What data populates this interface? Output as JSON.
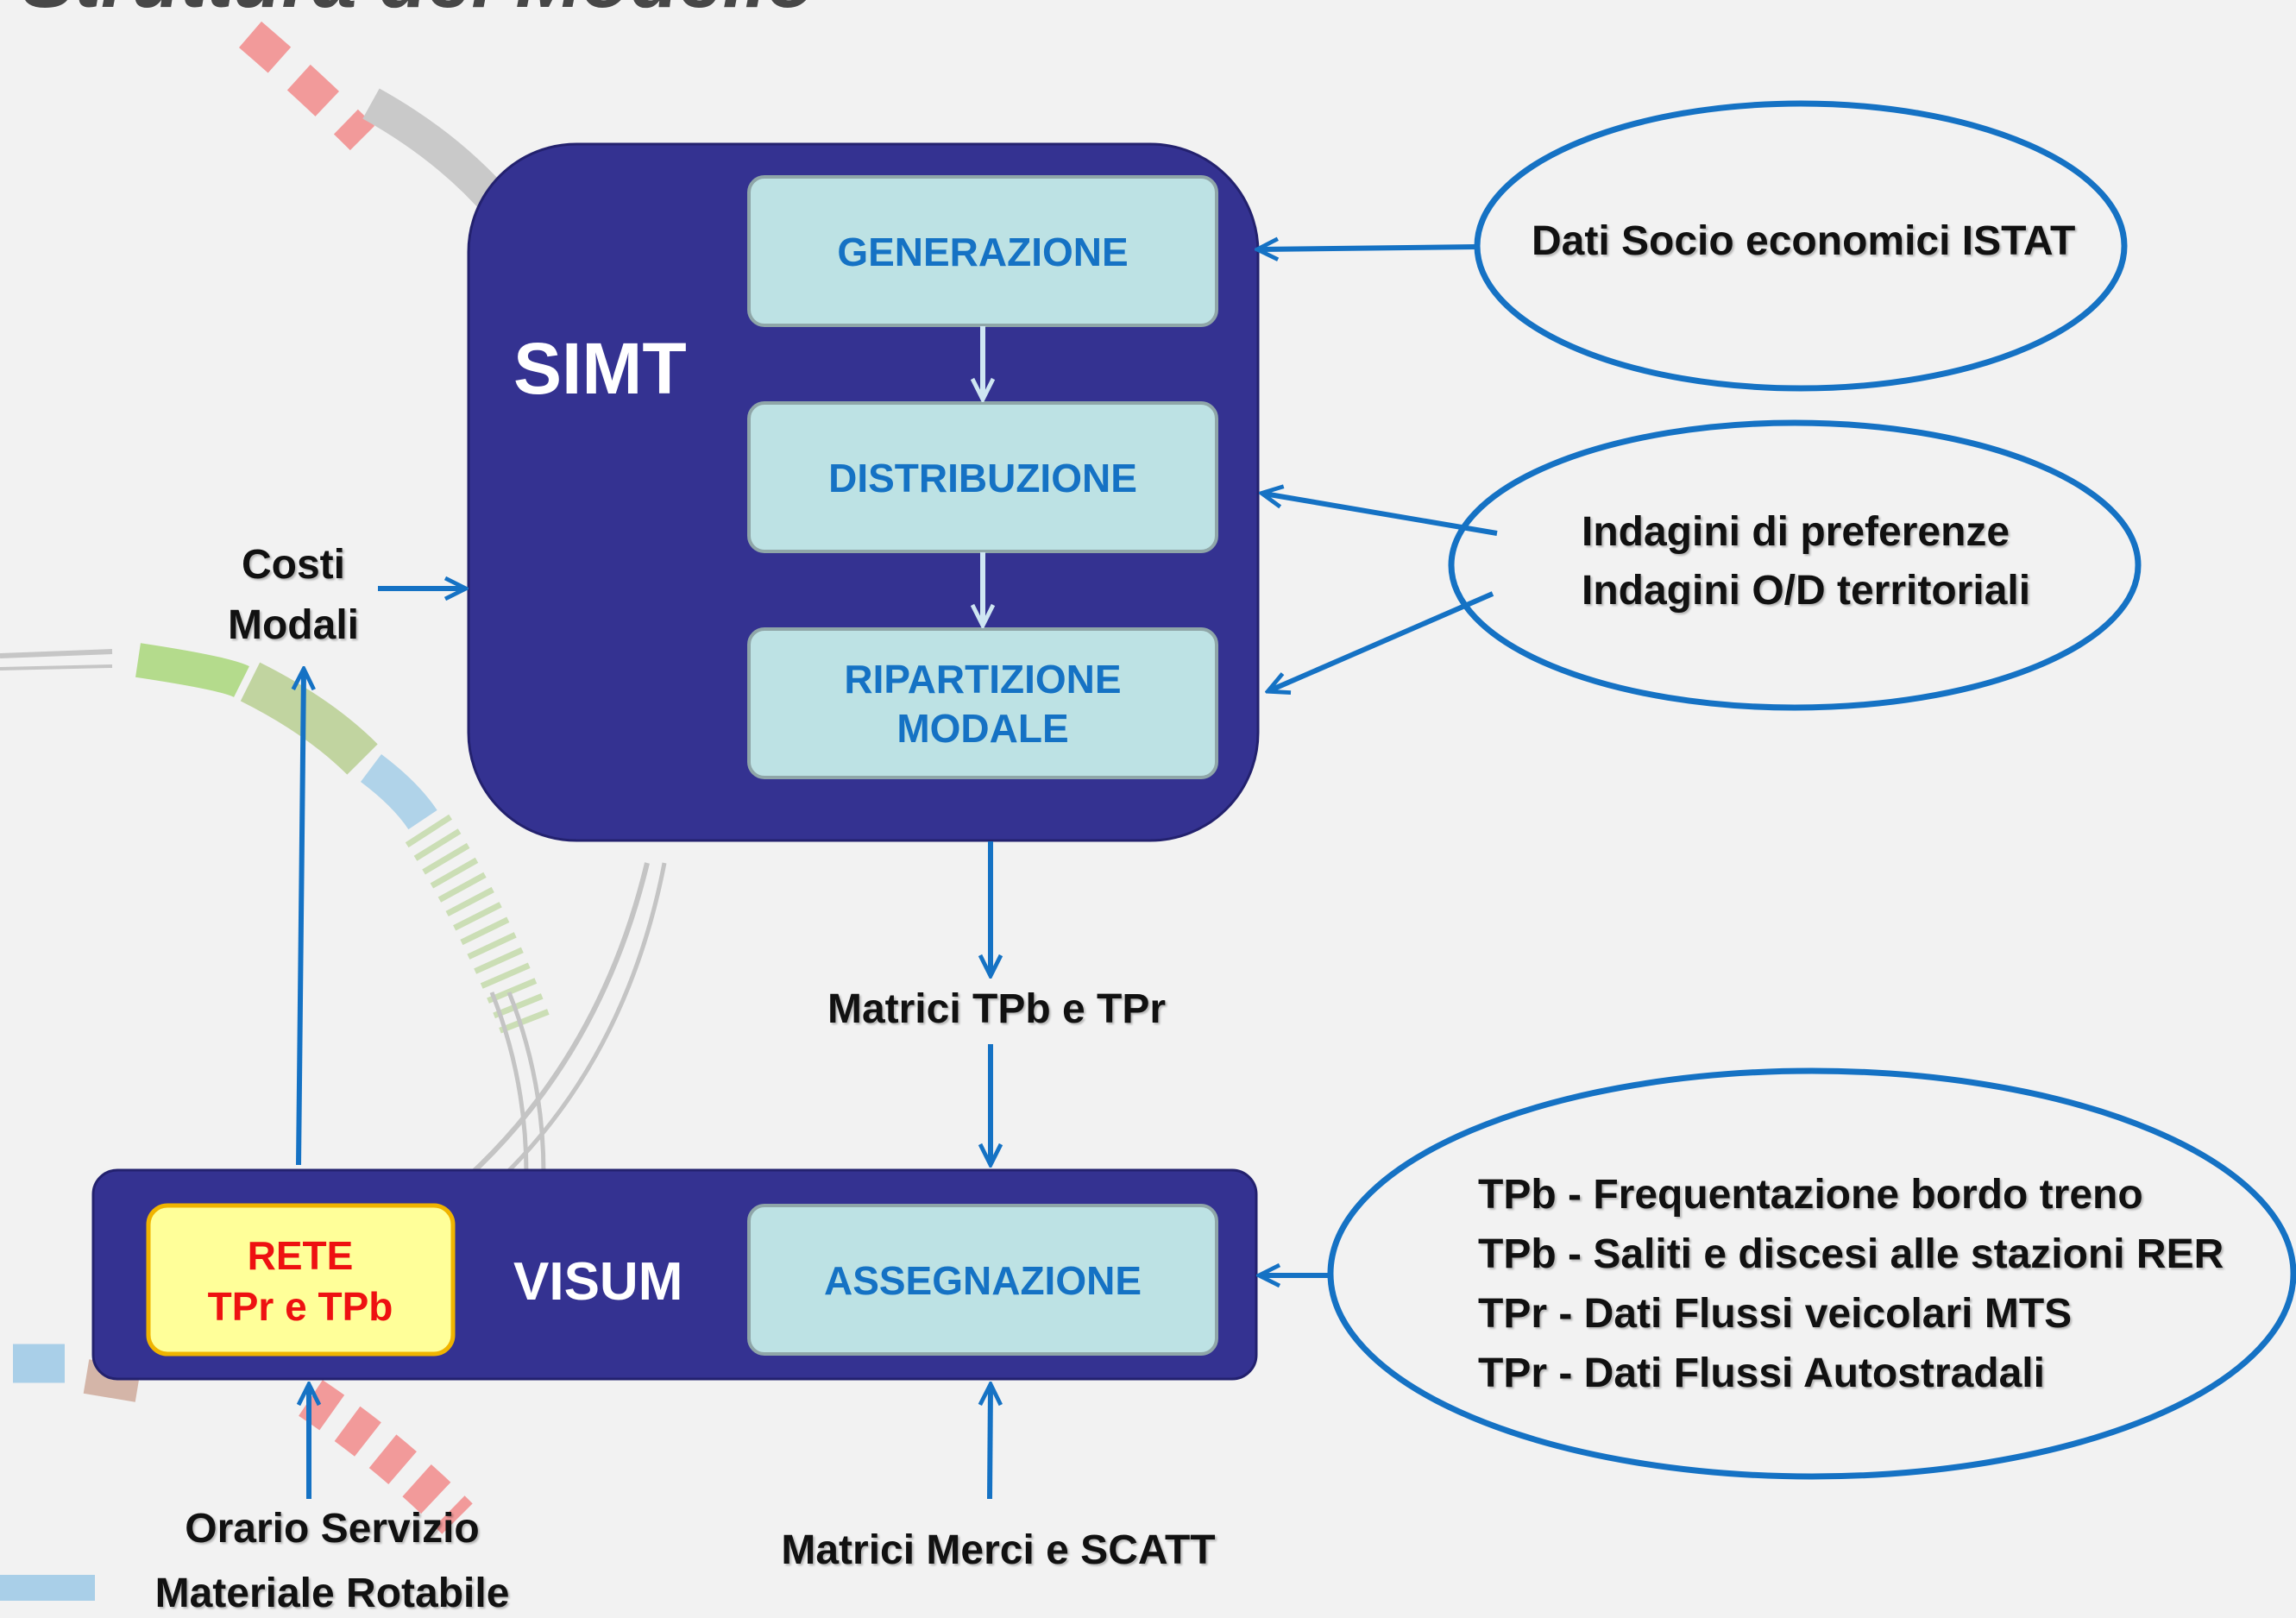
{
  "title": "Struttura del Modello",
  "colors": {
    "background": "#f2f2f2",
    "panel": "#343291",
    "box_fill": "#bde2e4",
    "box_text": "#1572c4",
    "arrow": "#1572c4",
    "ellipse_stroke": "#1572c4",
    "rete_fill": "#ffff99",
    "rete_stroke": "#f0b400",
    "rete_text": "#ee1111"
  },
  "simt": {
    "label": "SIMT",
    "steps": [
      "GENERAZIONE",
      "DISTRIBUZIONE",
      "RIPARTIZIONE",
      "MODALE"
    ]
  },
  "visum": {
    "label": "VISUM",
    "assign": "ASSEGNAZIONE",
    "rete": [
      "RETE",
      "TPr e TPb"
    ]
  },
  "inputs": {
    "istat": "Dati Socio economici  ISTAT",
    "indagini": [
      "Indagini di preferenze",
      "Indagini O/D territoriali"
    ],
    "flussi": [
      "TPb - Frequentazione bordo treno",
      "TPb - Saliti e discesi alle stazioni RER",
      "TPr  - Dati Flussi veicolari MTS",
      "TPr  - Dati Flussi Autostradali"
    ],
    "costi": [
      "Costi",
      "Modali"
    ],
    "matrici_tp": "Matrici TPb e TPr",
    "matrici_merci": "Matrici Merci e SCATT",
    "orario": [
      "Orario Servizio",
      "Materiale Rotabile"
    ]
  }
}
